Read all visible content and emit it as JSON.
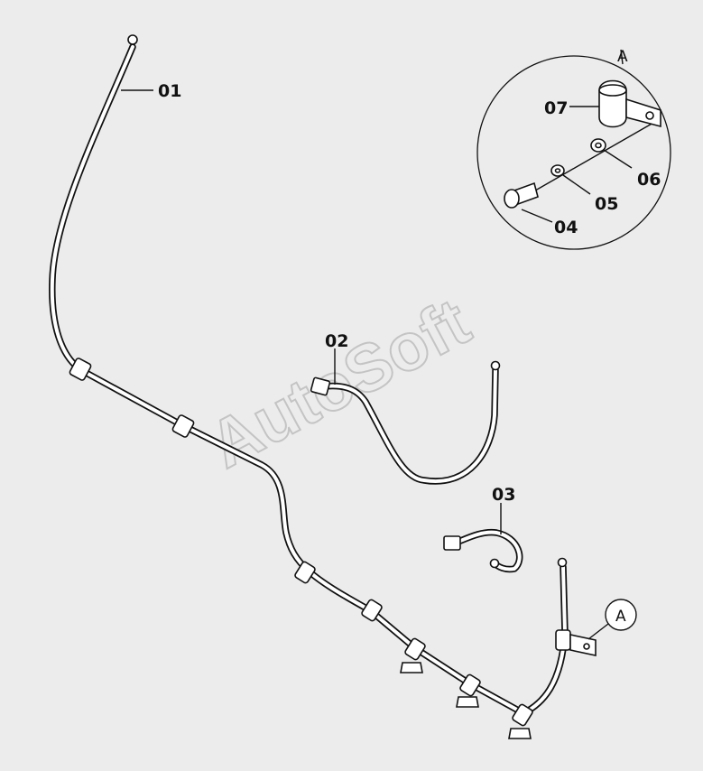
{
  "callouts": {
    "p01": "01",
    "p02": "02",
    "p03": "03",
    "p04": "04",
    "p05": "05",
    "p06": "06",
    "p07": "07",
    "detail_title": "A",
    "detail_marker": "A"
  },
  "watermark": "AutoSoft",
  "colors": {
    "background": "#ececec",
    "line": "#111111",
    "fill": "#ffffff",
    "watermark": "#c4c4c4"
  }
}
